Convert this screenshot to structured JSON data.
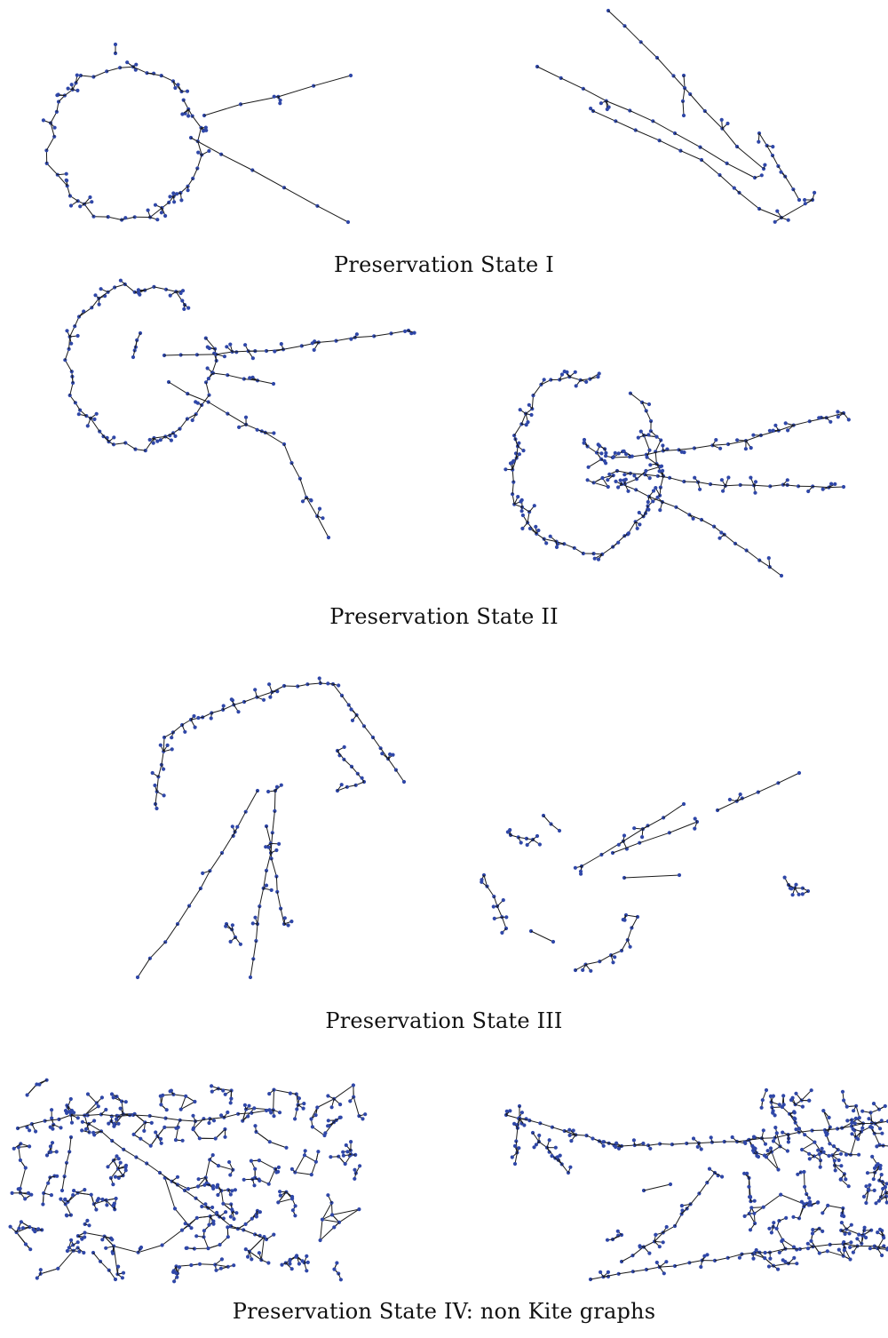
{
  "captions": {
    "state1": "Preservation State I",
    "state2": "Preservation State II",
    "state3": "Preservation State III",
    "state4": "Preservation State IV: non Kite graphs"
  },
  "colors": {
    "node": "#2f47a8",
    "edge": "#1a1a1a",
    "background": "#ffffff"
  },
  "panels": [
    {
      "id": "p1a",
      "state": "I",
      "style": "ring-with-spokes"
    },
    {
      "id": "p1b",
      "state": "I",
      "style": "kite-arrow"
    },
    {
      "id": "p2a",
      "state": "II",
      "style": "ring-with-spokes"
    },
    {
      "id": "p2b",
      "state": "II",
      "style": "ring-with-spokes"
    },
    {
      "id": "p3a",
      "state": "III",
      "style": "arch-with-spokes"
    },
    {
      "id": "p3b",
      "state": "III",
      "style": "fragments"
    },
    {
      "id": "p4a",
      "state": "IV",
      "style": "dense-mesh"
    },
    {
      "id": "p4b",
      "state": "IV",
      "style": "dense-mesh"
    }
  ]
}
